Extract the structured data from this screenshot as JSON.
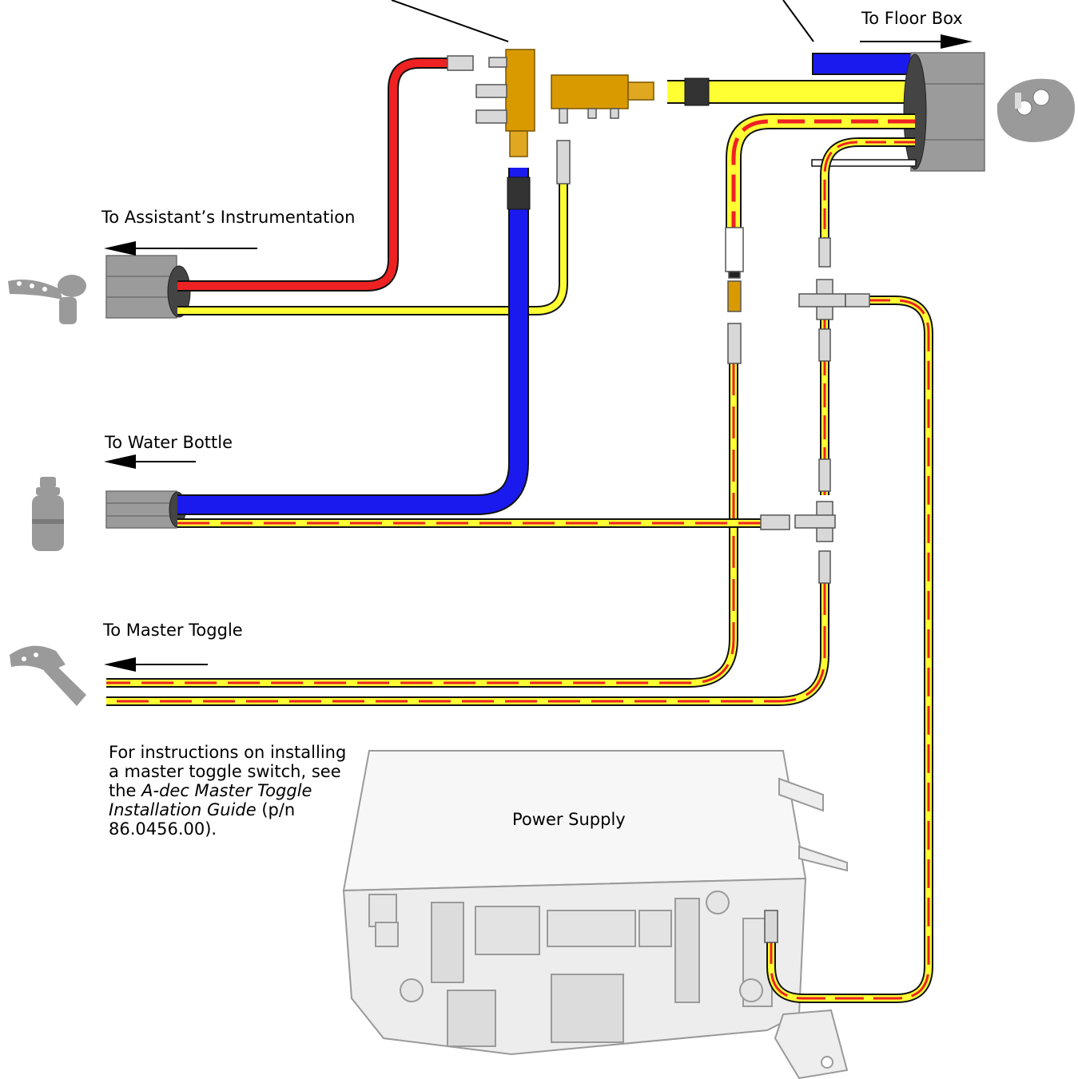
{
  "labels": {
    "floor_box": "To Floor Box",
    "assistant": "To Assistant’s Instrumentation",
    "water_bottle": "To Water Bottle",
    "master_toggle": "To Master Toggle",
    "power_supply": "Power Supply"
  },
  "note": {
    "line1": "For instructions on installing a master toggle switch, see the ",
    "italic": "A-dec Master Toggle Installation Guide",
    "line2": " (p/n 86.0456.00)."
  },
  "icons": [
    "floor-box-icon",
    "assistant-instrumentation-icon",
    "water-bottle-icon",
    "master-toggle-icon",
    "power-supply-icon"
  ],
  "colors": {
    "air_line": "#ffff33",
    "stripe": "#ee2222",
    "water_line": "#1a1aee",
    "red_line": "#ee2222",
    "manifold": "#d99a00",
    "conduit": "#9b9b9b",
    "icon_gray": "#8c8c8c"
  }
}
